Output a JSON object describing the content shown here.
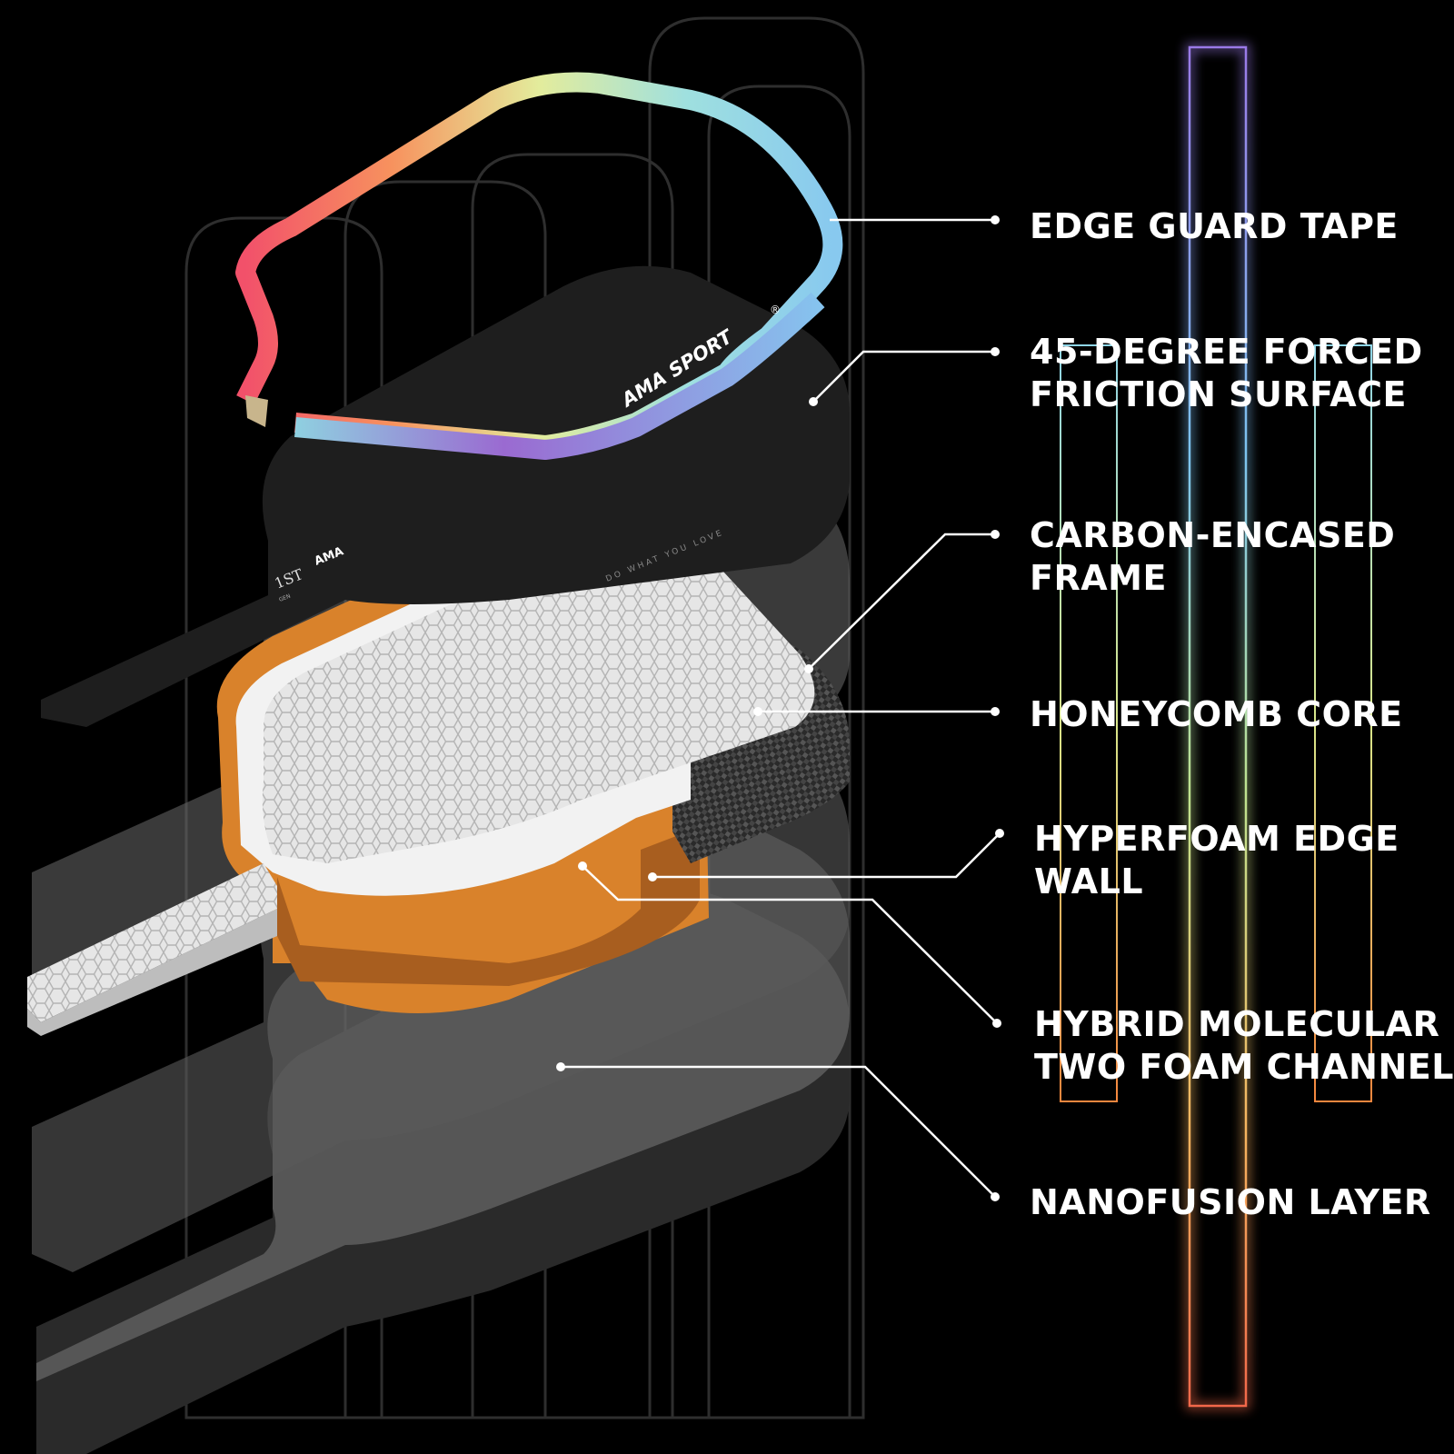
{
  "brand": {
    "tape_logo": "AMA SPORT",
    "registered": "®",
    "face_logo": "AMA",
    "face_motto": "DO WHAT YOU LOVE",
    "face_badge": "1ST",
    "face_badge_sub": "GEN"
  },
  "labels": [
    {
      "id": "edge-guard-tape",
      "text": "EDGE GUARD TAPE"
    },
    {
      "id": "friction-surface",
      "text": "45-DEGREE FORCED\nFRICTION SURFACE"
    },
    {
      "id": "carbon-frame",
      "text": "CARBON-ENCASED\nFRAME"
    },
    {
      "id": "honeycomb-core",
      "text": "HONEYCOMB CORE"
    },
    {
      "id": "hyperfoam-edge-wall",
      "text": "HYPERFOAM EDGE\nWALL"
    },
    {
      "id": "foam-channel",
      "text": "HYBRID MOLECULAR\nTWO FOAM CHANNEL"
    },
    {
      "id": "nanofusion-layer",
      "text": "NANOFUSION LAYER"
    }
  ],
  "colors": {
    "background": "#000000",
    "face": "#1e1e1e",
    "foam": "#d9822b",
    "foam_dark": "#a85e1f",
    "core": "#d8d8d8",
    "leader": "#ffffff"
  }
}
